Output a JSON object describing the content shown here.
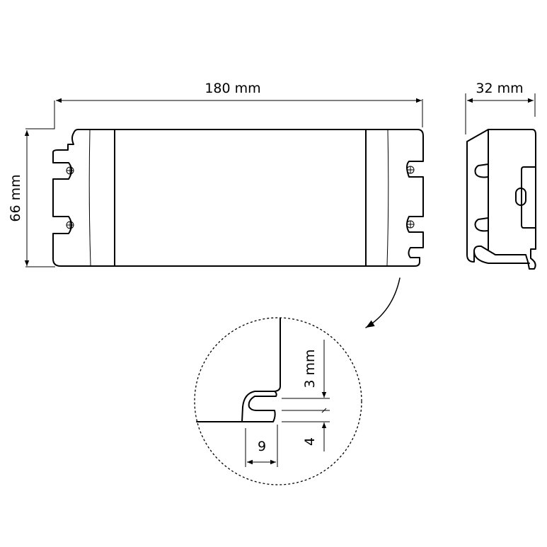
{
  "dimensions": {
    "length": "180 mm",
    "height": "66 mm",
    "depth": "32 mm"
  },
  "detail": {
    "slot_gap": "3 mm",
    "slot_offset": "4",
    "slot_depth": "9"
  },
  "colors": {
    "line": "#000000",
    "background": "#ffffff"
  }
}
